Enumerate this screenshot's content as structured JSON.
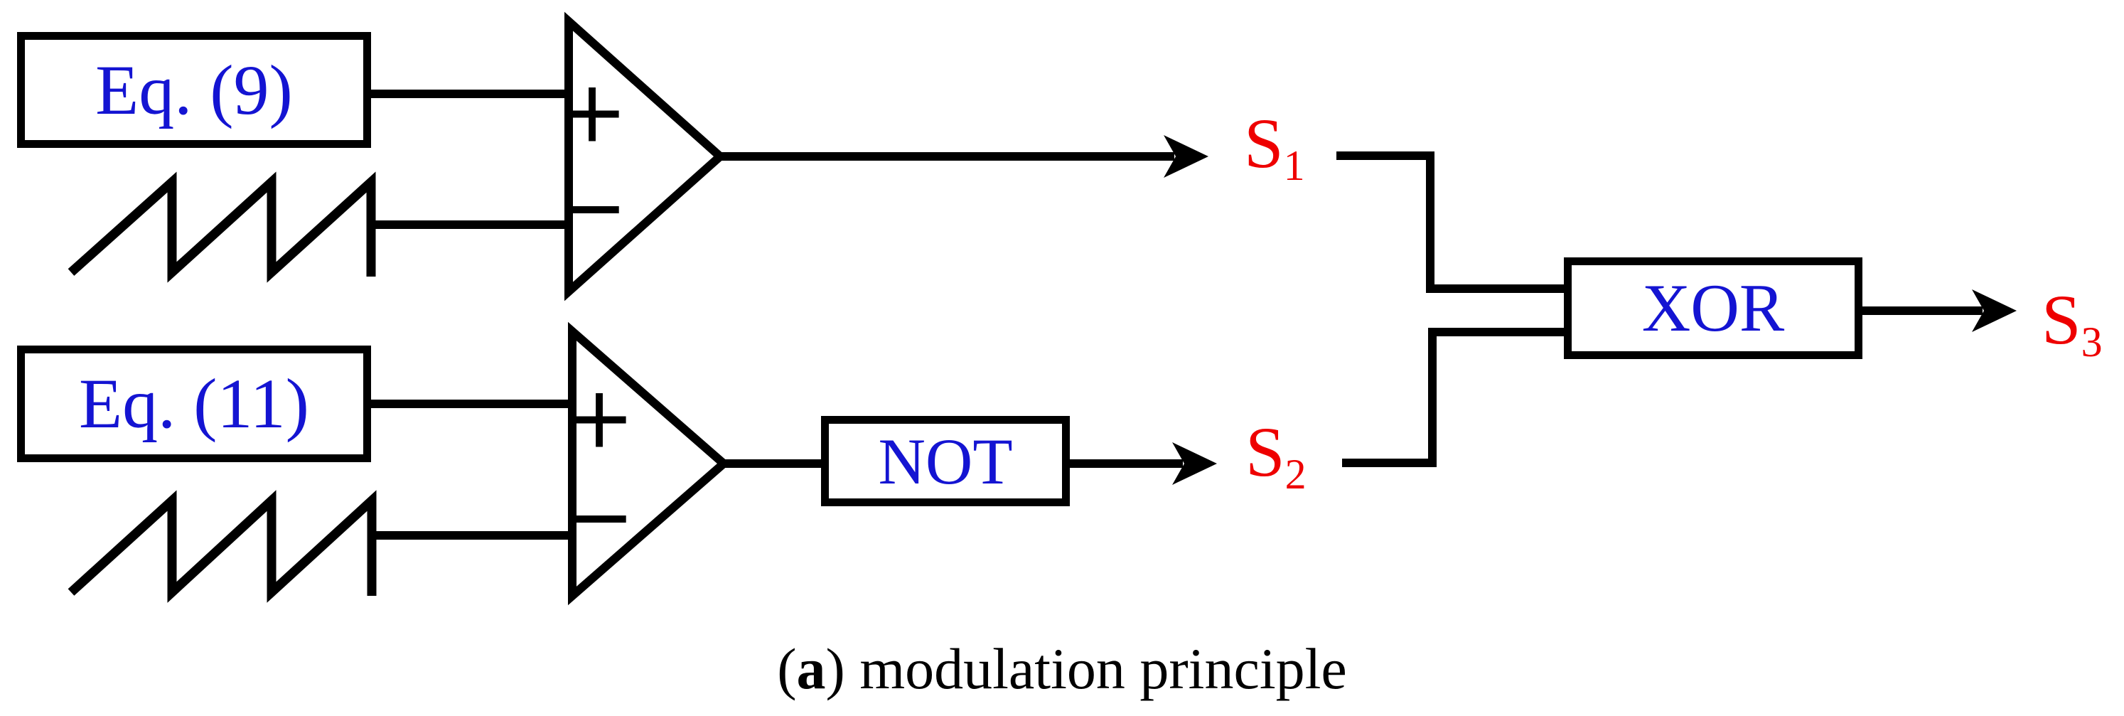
{
  "figure": {
    "type": "modulation-block-diagram",
    "colors": {
      "label_blue": "#1414d2",
      "signal_red": "#ee0000",
      "line_black": "#000000",
      "background": "#ffffff"
    },
    "blocks": {
      "eq9": {
        "label": "Eq. (9)"
      },
      "eq11": {
        "label": "Eq. (11)"
      },
      "not_gate": {
        "label": "NOT"
      },
      "xor_gate": {
        "label": "XOR"
      }
    },
    "comparators": {
      "top": {
        "plus_label": "+",
        "minus_label": "−"
      },
      "bottom": {
        "plus_label": "+",
        "minus_label": "−"
      }
    },
    "signals": {
      "s1": {
        "base": "S",
        "sub": "1"
      },
      "s2": {
        "base": "S",
        "sub": "2"
      },
      "s3": {
        "base": "S",
        "sub": "3"
      }
    },
    "caption": {
      "paren_open": "(",
      "marker": "a",
      "paren_close": ")",
      "text": " modulation principle"
    }
  }
}
